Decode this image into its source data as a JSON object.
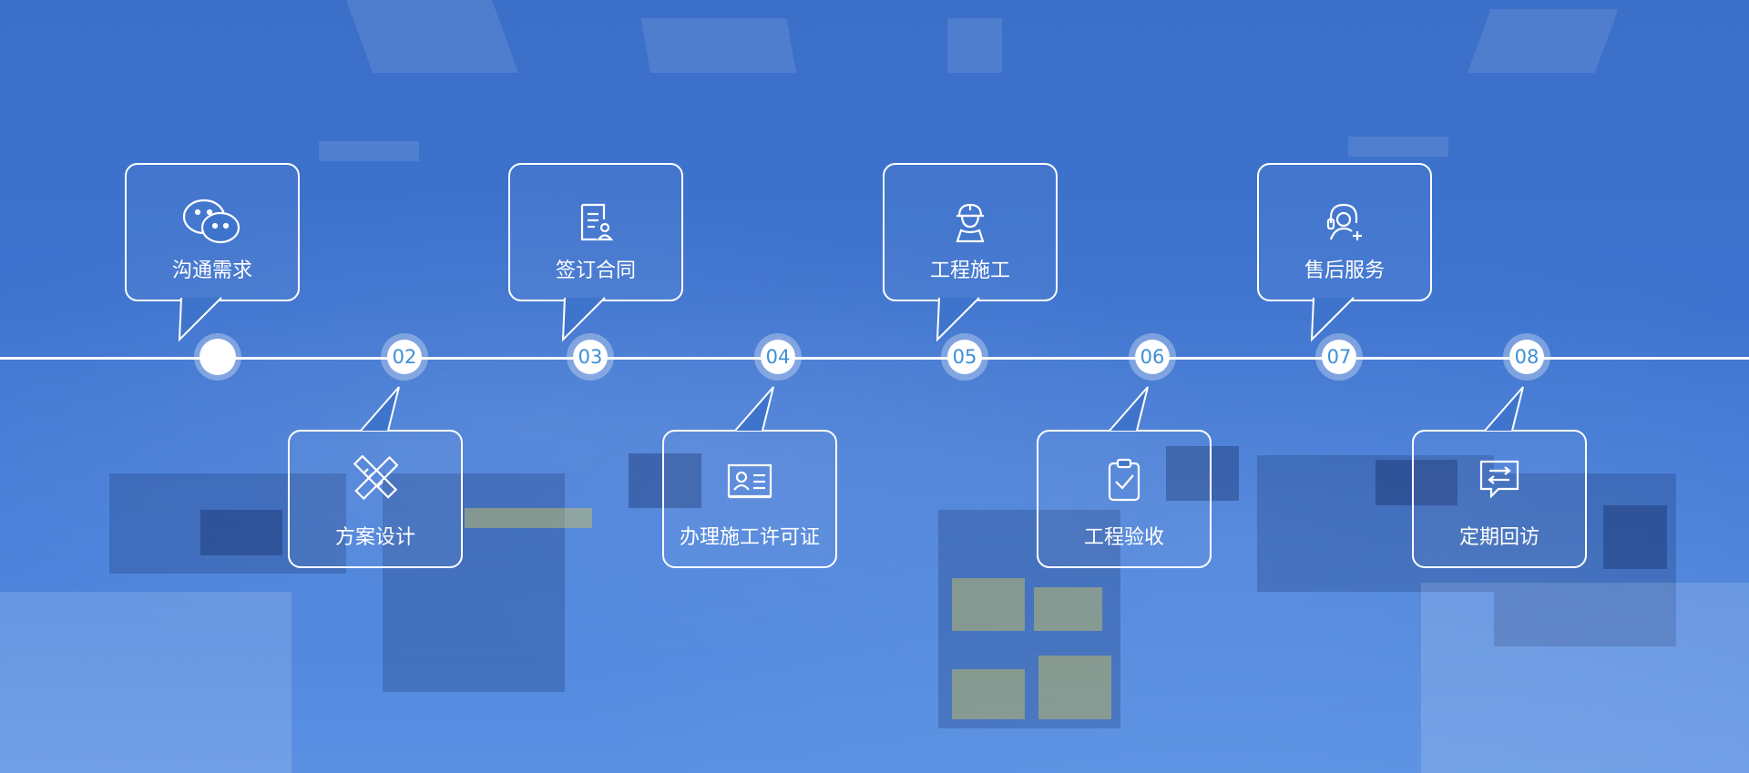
{
  "timeline": {
    "steps": [
      {
        "num": "",
        "label": "沟通需求",
        "icon": "wechat-chat-icon"
      },
      {
        "num": "02",
        "label": "方案设计",
        "icon": "pencil-ruler-icon"
      },
      {
        "num": "03",
        "label": "签订合同",
        "icon": "contract-sign-icon"
      },
      {
        "num": "04",
        "label": "办理施工许可证",
        "icon": "id-card-icon"
      },
      {
        "num": "05",
        "label": "工程施工",
        "icon": "worker-helmet-icon"
      },
      {
        "num": "06",
        "label": "工程验收",
        "icon": "clipboard-check-icon"
      },
      {
        "num": "07",
        "label": "售后服务",
        "icon": "support-headset-icon"
      },
      {
        "num": "08",
        "label": "定期回访",
        "icon": "message-exchange-icon"
      }
    ]
  },
  "colors": {
    "background": "#3f74cc",
    "line": "#ffffff",
    "number": "#3f8fd7"
  }
}
